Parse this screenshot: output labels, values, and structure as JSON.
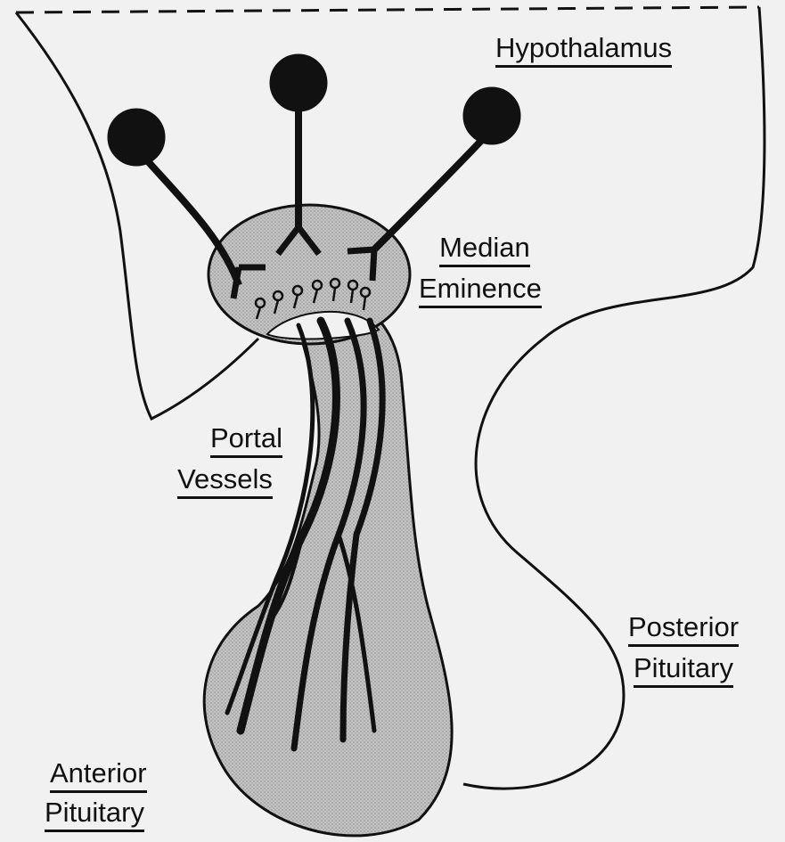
{
  "labels": {
    "hypothalamus": "Hypothalamus",
    "median_eminence": [
      "Median",
      "Eminence"
    ],
    "portal_vessels": [
      "Portal",
      "Vessels"
    ],
    "posterior_pituitary": [
      "Posterior",
      "Pituitary"
    ],
    "anterior_pituitary": [
      "Anterior",
      "Pituitary"
    ]
  },
  "colors": {
    "background": "#f1f1f1",
    "ink": "#111111",
    "gland_fill": "#b8b8b8",
    "median_fill": "#c8c8c8"
  }
}
